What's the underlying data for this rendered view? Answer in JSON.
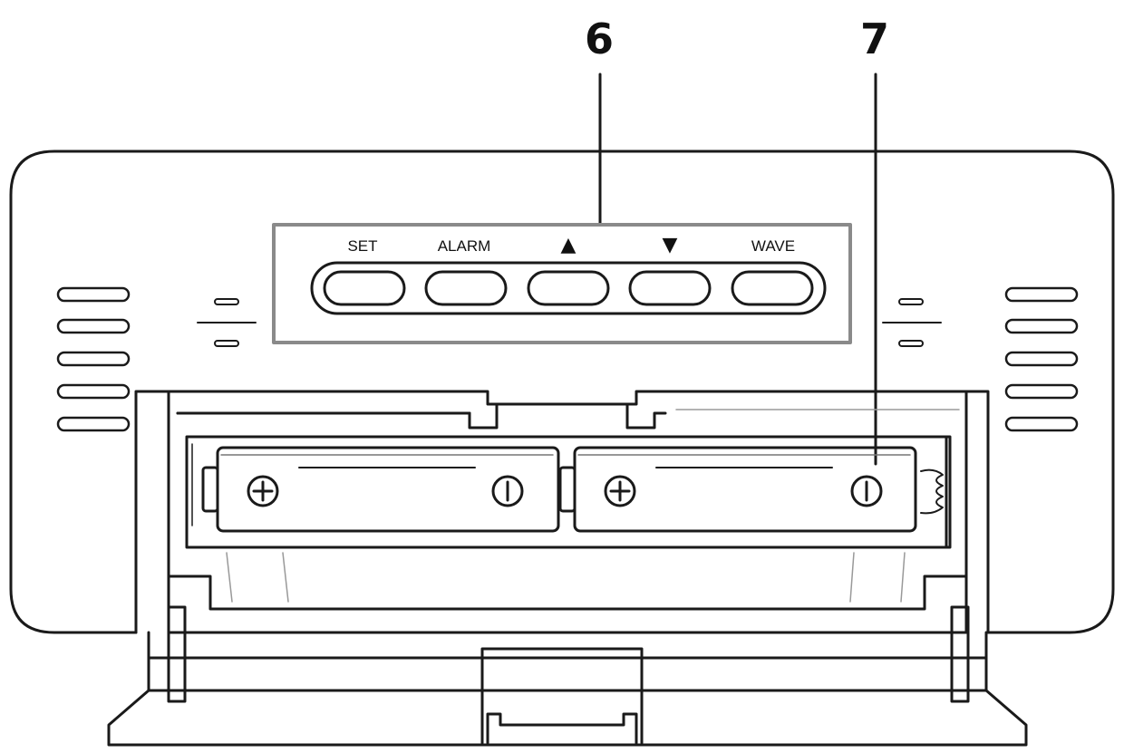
{
  "callouts": {
    "buttons": "6",
    "battery": "7"
  },
  "buttons": [
    {
      "label": "SET"
    },
    {
      "label": "ALARM"
    },
    {
      "label": "▲"
    },
    {
      "label": "▼"
    },
    {
      "label": "WAVE"
    }
  ],
  "colors": {
    "line": "#1a1a1a",
    "panel_border": "#8a8a8a",
    "background": "#ffffff"
  }
}
